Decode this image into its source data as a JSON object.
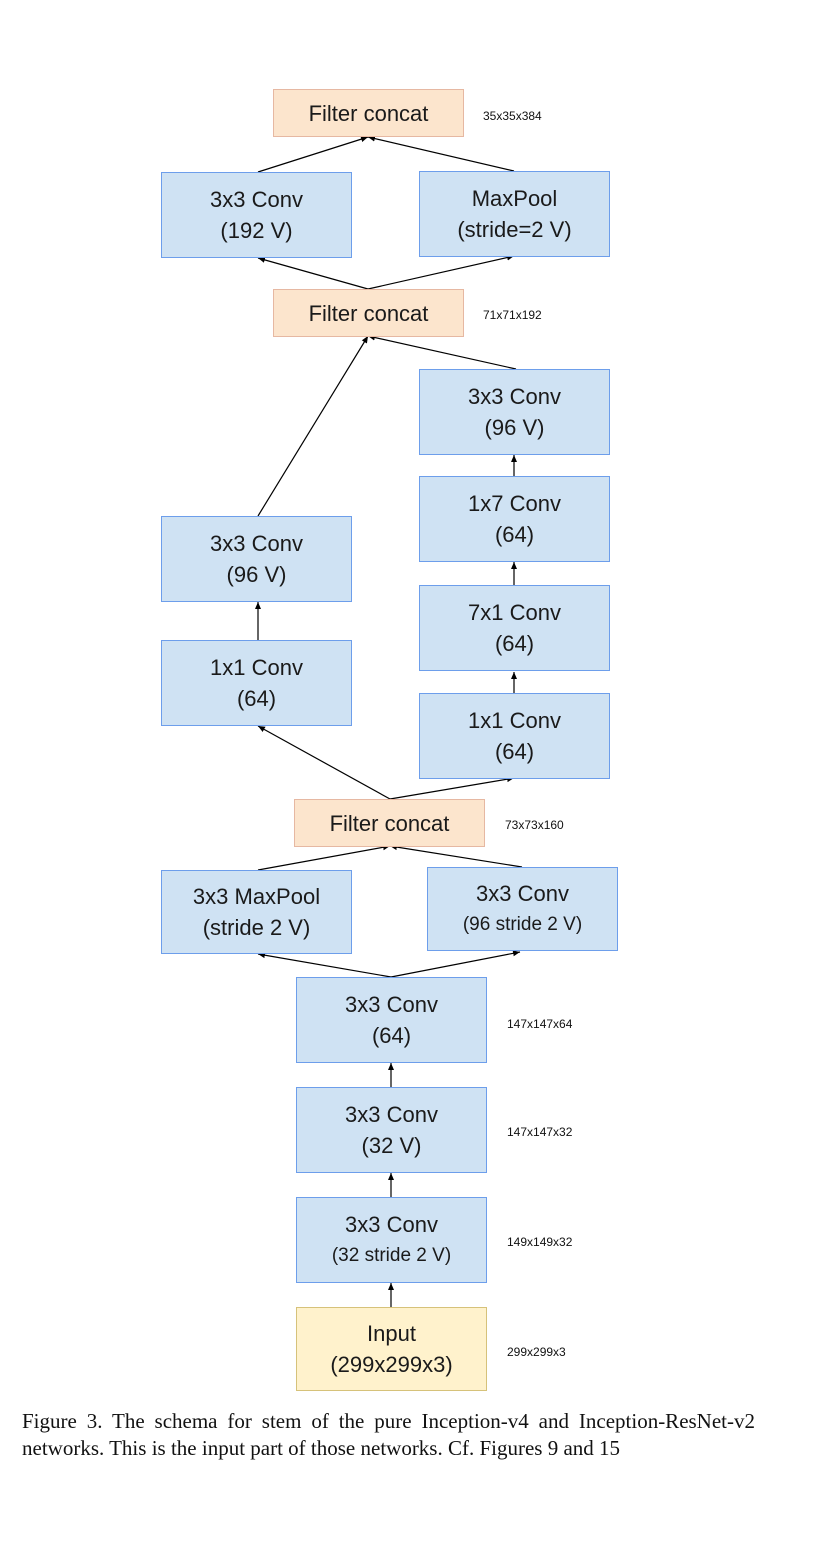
{
  "nodes": {
    "concat3": {
      "title": "Filter concat",
      "dims": "35x35x384"
    },
    "conv_192v": {
      "title": "3x3 Conv",
      "sub": "(192 V)"
    },
    "maxpool_s2v": {
      "title": "MaxPool",
      "sub": "(stride=2 V)"
    },
    "concat2": {
      "title": "Filter concat",
      "dims": "71x71x192"
    },
    "conv3_96v_right": {
      "title": "3x3 Conv",
      "sub": "(96 V)"
    },
    "conv1x7": {
      "title": "1x7 Conv",
      "sub": "(64)"
    },
    "conv3_96v_left": {
      "title": "3x3 Conv",
      "sub": "(96 V)"
    },
    "conv7x1": {
      "title": "7x1 Conv",
      "sub": "(64)"
    },
    "conv1_left": {
      "title": "1x1 Conv",
      "sub": "(64)"
    },
    "conv1_right": {
      "title": "1x1 Conv",
      "sub": "(64)"
    },
    "concat1": {
      "title": "Filter concat",
      "dims": "73x73x160"
    },
    "maxpool3_s2v": {
      "title": "3x3 MaxPool",
      "sub": "(stride 2 V)"
    },
    "conv3_96s2v": {
      "title": "3x3 Conv",
      "sub": "(96 stride 2 V)"
    },
    "conv3_64": {
      "title": "3x3 Conv",
      "sub": "(64)",
      "dims": "147x147x64"
    },
    "conv3_32v": {
      "title": "3x3 Conv",
      "sub": "(32 V)",
      "dims": "147x147x32"
    },
    "conv3_32s2v": {
      "title": "3x3 Conv",
      "sub": "(32 stride 2 V)",
      "dims": "149x149x32"
    },
    "input": {
      "title": "Input",
      "sub": "(299x299x3)",
      "dims": "299x299x3"
    }
  },
  "edges": [
    {
      "from": "input",
      "to": "conv3_32s2v"
    },
    {
      "from": "conv3_32s2v",
      "to": "conv3_32v"
    },
    {
      "from": "conv3_32v",
      "to": "conv3_64"
    },
    {
      "from": "conv3_64",
      "to": "maxpool3_s2v"
    },
    {
      "from": "conv3_64",
      "to": "conv3_96s2v"
    },
    {
      "from": "maxpool3_s2v",
      "to": "concat1"
    },
    {
      "from": "conv3_96s2v",
      "to": "concat1"
    },
    {
      "from": "concat1",
      "to": "conv1_left"
    },
    {
      "from": "concat1",
      "to": "conv1_right"
    },
    {
      "from": "conv1_left",
      "to": "conv3_96v_left"
    },
    {
      "from": "conv1_right",
      "to": "conv7x1"
    },
    {
      "from": "conv7x1",
      "to": "conv1x7"
    },
    {
      "from": "conv1x7",
      "to": "conv3_96v_right"
    },
    {
      "from": "conv3_96v_left",
      "to": "concat2"
    },
    {
      "from": "conv3_96v_right",
      "to": "concat2"
    },
    {
      "from": "concat2",
      "to": "conv_192v"
    },
    {
      "from": "concat2",
      "to": "maxpool_s2v"
    },
    {
      "from": "conv_192v",
      "to": "concat3"
    },
    {
      "from": "maxpool_s2v",
      "to": "concat3"
    }
  ],
  "caption": "Figure 3. The schema for stem of the pure Inception-v4 and Inception-ResNet-v2 networks. This is the input part of those networks. Cf. Figures 9 and 15"
}
